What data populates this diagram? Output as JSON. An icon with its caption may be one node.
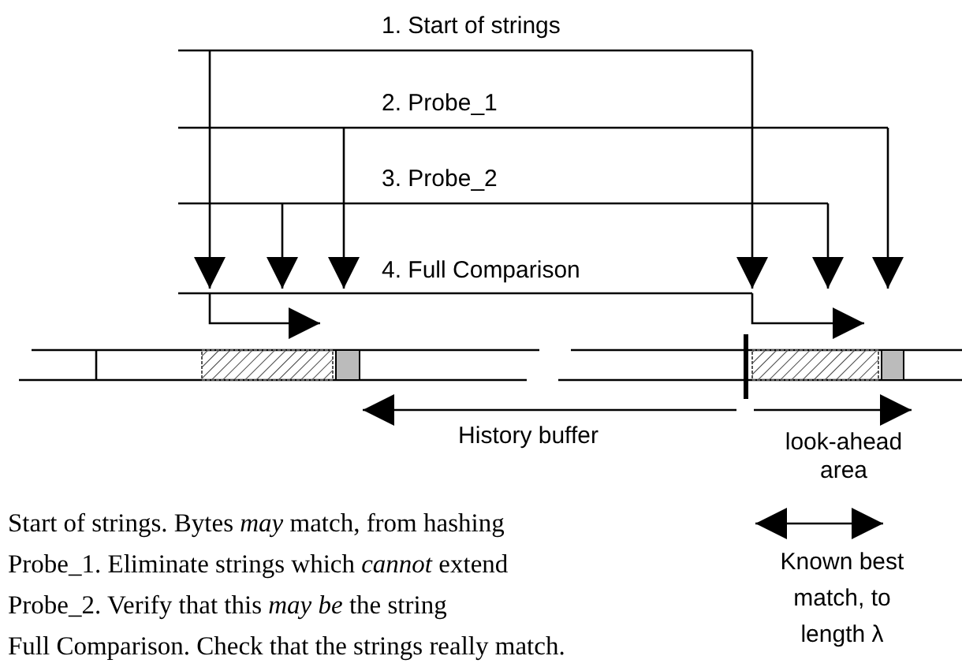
{
  "diagram": {
    "labels": [
      "1. Start of strings",
      "2. Probe_1",
      "3. Probe_2",
      "4. Full Comparison",
      "History buffer",
      "look-ahead area",
      "Start of strings. Bytes *may* match, from hashing",
      "Probe_1. Eliminate strings which *cannot* extend",
      "Probe_2. Verify that this *may be* the string",
      "Full Comparison. Check that the strings really match."
    ],
    "legend": [
      {
        "text": "Known best match, to length λ"
      }
    ]
  }
}
